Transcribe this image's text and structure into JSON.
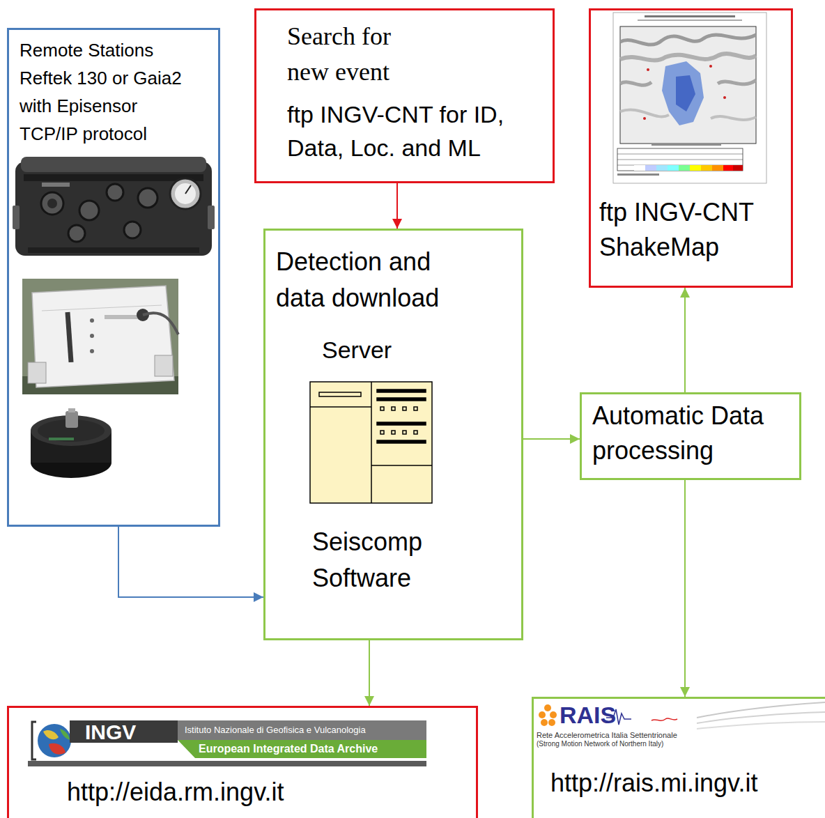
{
  "diagram": {
    "nodes": [
      {
        "text": [
          "Remote Stations Reftek 130 or Gaia2 with Episensor TCP/IP protocol"
        ]
      },
      {
        "text": [
          "Search for new event",
          "ftp INGV-CNT for ID, Data, Loc. and ML"
        ]
      },
      {
        "text": [
          "ftp INGV-CNT ShakeMap"
        ]
      },
      {
        "text": [
          "Detection and data download",
          "Server",
          "Seiscomp Software"
        ]
      },
      {
        "text": [
          "Automatic Data processing"
        ]
      },
      {
        "text": [
          "INGV",
          "Istituto Nazionale di Geofisica e Vulcanologia",
          "European Integrated Data Archive",
          "http://eida.rm.ingv.it"
        ]
      },
      {
        "text": [
          "RAIS",
          "Rete Accelerometrica Italia Settentrionale",
          "(Strong Motion Network of Northern Italy)",
          "http://rais.mi.ingv.it"
        ]
      }
    ],
    "edges": [
      {
        "from": 1,
        "to": 3,
        "arrow": "to"
      },
      {
        "from": 0,
        "to": 3,
        "arrow": "to"
      },
      {
        "from": 3,
        "to": 4,
        "arrow": "to"
      },
      {
        "from": 4,
        "to": 2,
        "arrow": "to"
      },
      {
        "from": 3,
        "to": 5,
        "arrow": "to"
      },
      {
        "from": 4,
        "to": 6,
        "arrow": "to"
      }
    ]
  }
}
